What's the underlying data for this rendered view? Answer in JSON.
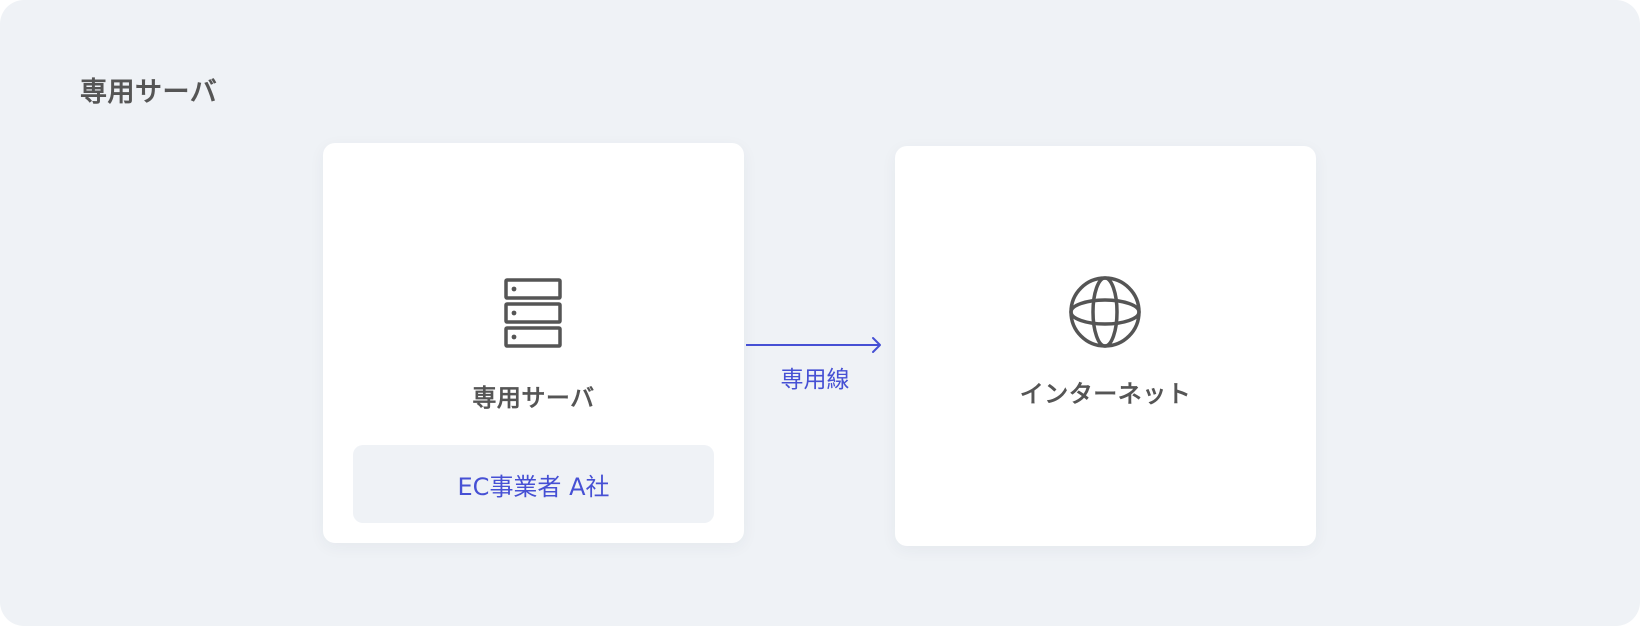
{
  "section": {
    "title": "専用サーバ"
  },
  "nodes": {
    "server": {
      "icon": "server-icon",
      "label": "専用サーバ",
      "tag": "EC事業者 A社"
    },
    "internet": {
      "icon": "globe-icon",
      "label": "インターネット"
    }
  },
  "connection": {
    "label": "専用線",
    "direction": "server-to-internet"
  },
  "colors": {
    "background": "#eff2f6",
    "card": "#ffffff",
    "text": "#555555",
    "accent": "#4650d4"
  }
}
